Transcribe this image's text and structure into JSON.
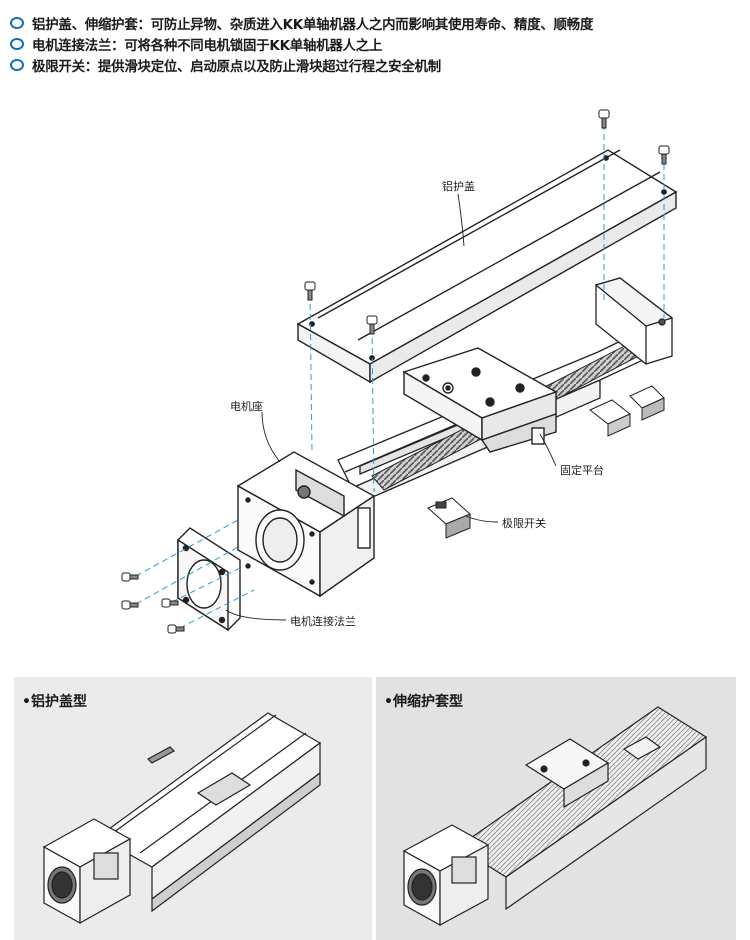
{
  "features": [
    "铝护盖、伸缩护套：可防止异物、杂质进入KK单轴机器人之内而影响其使用寿命、精度、顺畅度",
    "电机连接法兰：可将各种不同电机锁固于KK单轴机器人之上",
    "极限开关：提供滑块定位、启动原点以及防止滑块超过行程之安全机制"
  ],
  "labels": {
    "cover": "铝护盖",
    "motor_seat": "电机座",
    "platform": "固定平台",
    "limit_switch": "极限开关",
    "flange": "电机连接法兰"
  },
  "panels": {
    "left": "•铝护盖型",
    "right": "•伸缩护套型"
  },
  "colors": {
    "accent": "#0d6fb8",
    "guide": "#2a9fd6"
  }
}
